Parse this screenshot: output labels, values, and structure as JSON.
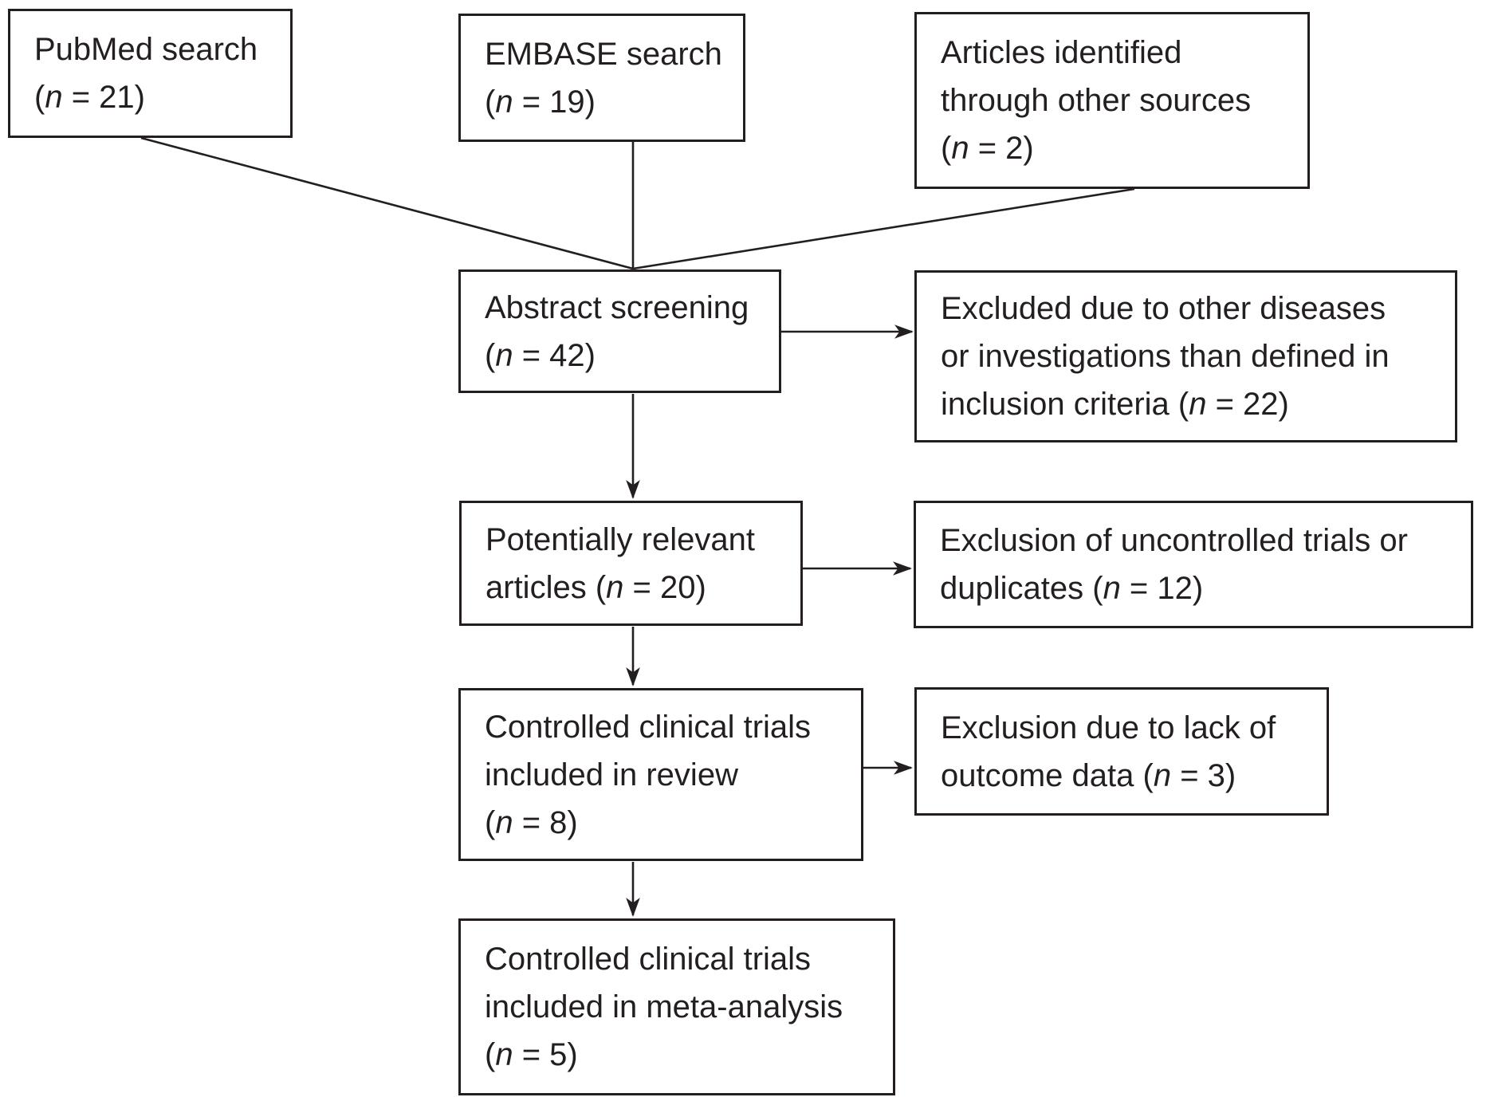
{
  "figure": {
    "type": "flow-diagram",
    "description": "Study selection flowchart for systematic review / meta-analysis",
    "colors": {
      "ink": "#231f20",
      "background": "#ffffff"
    },
    "nodes": [
      {
        "id": "pubmed",
        "lines": [
          "PubMed search",
          "(n = 21)"
        ]
      },
      {
        "id": "embase",
        "lines": [
          "EMBASE search",
          "(n = 19)"
        ]
      },
      {
        "id": "other-sources",
        "lines": [
          "Articles identified",
          "through other sources",
          "(n = 2)"
        ]
      },
      {
        "id": "abstract-screening",
        "lines": [
          "Abstract screening",
          "(n = 42)"
        ]
      },
      {
        "id": "excluded-other-diseases",
        "lines": [
          "Excluded due to other diseases",
          "or investigations than defined in",
          "inclusion criteria (n = 22)"
        ]
      },
      {
        "id": "potentially-relevant",
        "lines": [
          "Potentially relevant",
          "articles (n = 20)"
        ]
      },
      {
        "id": "excluded-uncontrolled",
        "lines": [
          "Exclusion of uncontrolled trials or",
          "duplicates (n = 12)"
        ]
      },
      {
        "id": "included-review",
        "lines": [
          "Controlled clinical trials",
          "included in review",
          "(n = 8)"
        ]
      },
      {
        "id": "excluded-no-outcome",
        "lines": [
          "Exclusion due to lack of",
          "outcome data (n = 3)"
        ]
      },
      {
        "id": "included-meta-analysis",
        "lines": [
          "Controlled clinical trials",
          "included in meta-analysis",
          "(n = 5)"
        ]
      }
    ],
    "edges": [
      {
        "from": "pubmed",
        "to": "abstract-screening",
        "arrow": false
      },
      {
        "from": "embase",
        "to": "abstract-screening",
        "arrow": false
      },
      {
        "from": "other-sources",
        "to": "abstract-screening",
        "arrow": false
      },
      {
        "from": "abstract-screening",
        "to": "excluded-other-diseases",
        "arrow": true
      },
      {
        "from": "abstract-screening",
        "to": "potentially-relevant",
        "arrow": true
      },
      {
        "from": "potentially-relevant",
        "to": "excluded-uncontrolled",
        "arrow": true
      },
      {
        "from": "potentially-relevant",
        "to": "included-review",
        "arrow": true
      },
      {
        "from": "included-review",
        "to": "excluded-no-outcome",
        "arrow": true
      },
      {
        "from": "included-review",
        "to": "included-meta-analysis",
        "arrow": true
      }
    ],
    "counts": {
      "pubmed": 21,
      "embase": 19,
      "other_sources": 2,
      "abstract_screening": 42,
      "excluded_other_diseases": 22,
      "potentially_relevant": 20,
      "excluded_uncontrolled_or_duplicates": 12,
      "included_in_review": 8,
      "excluded_no_outcome_data": 3,
      "included_in_meta_analysis": 5
    }
  }
}
